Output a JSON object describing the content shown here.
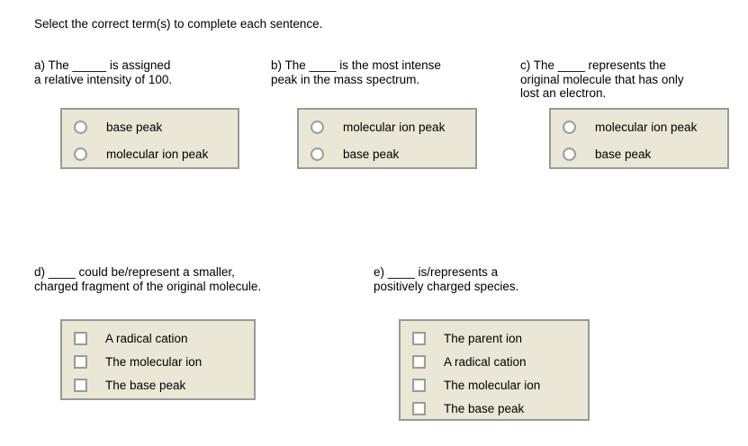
{
  "instruction": "Select the correct term(s) to complete each sentence.",
  "colors": {
    "page_background": "#ffffff",
    "option_box_background": "#eae7d7",
    "option_box_border": "#9a9a92",
    "control_border": "#9d9d97",
    "control_fill": "#ffffff",
    "text": "#000000"
  },
  "questions": [
    {
      "id": "a",
      "prompt": "a)  The _____ is assigned\na relative intensity of 100.",
      "input_type": "radio",
      "options": [
        {
          "label": "base peak",
          "selected": false
        },
        {
          "label": "molecular ion peak",
          "selected": false
        }
      ]
    },
    {
      "id": "b",
      "prompt": "b)  The ____ is the most intense\npeak in the mass spectrum.",
      "input_type": "radio",
      "options": [
        {
          "label": "molecular ion peak",
          "selected": false
        },
        {
          "label": "base peak",
          "selected": false
        }
      ]
    },
    {
      "id": "c",
      "prompt": "c)  The ____ represents the\noriginal molecule that has only\nlost an electron.",
      "input_type": "radio",
      "options": [
        {
          "label": "molecular ion peak",
          "selected": false
        },
        {
          "label": "base peak",
          "selected": false
        }
      ]
    },
    {
      "id": "d",
      "prompt": "d)  ____ could be/represent a smaller,\ncharged fragment of the original molecule.",
      "input_type": "checkbox",
      "options": [
        {
          "label": "A radical cation",
          "checked": false
        },
        {
          "label": "The molecular ion",
          "checked": false
        },
        {
          "label": "The base peak",
          "checked": false
        }
      ]
    },
    {
      "id": "e",
      "prompt": "e)  ____ is/represents a\npositively charged species.",
      "input_type": "checkbox",
      "options": [
        {
          "label": "The parent ion",
          "checked": false
        },
        {
          "label": "A radical cation",
          "checked": false
        },
        {
          "label": "The molecular ion",
          "checked": false
        },
        {
          "label": "The base peak",
          "checked": false
        }
      ]
    }
  ]
}
